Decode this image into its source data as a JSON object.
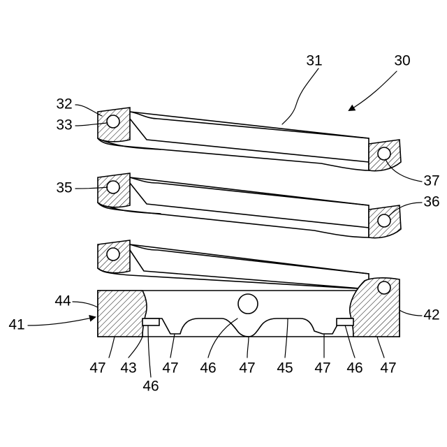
{
  "labels": [
    {
      "id": "30",
      "text": "30"
    },
    {
      "id": "31",
      "text": "31"
    },
    {
      "id": "32",
      "text": "32"
    },
    {
      "id": "33",
      "text": "33"
    },
    {
      "id": "35",
      "text": "35"
    },
    {
      "id": "36",
      "text": "36"
    },
    {
      "id": "37",
      "text": "37"
    },
    {
      "id": "41",
      "text": "41"
    },
    {
      "id": "42",
      "text": "42"
    },
    {
      "id": "43",
      "text": "43"
    },
    {
      "id": "44",
      "text": "44"
    },
    {
      "id": "45",
      "text": "45"
    },
    {
      "id": "46a",
      "text": "46"
    },
    {
      "id": "46b",
      "text": "46"
    },
    {
      "id": "46c",
      "text": "46"
    },
    {
      "id": "47a",
      "text": "47"
    },
    {
      "id": "47b",
      "text": "47"
    },
    {
      "id": "47c",
      "text": "47"
    },
    {
      "id": "47d",
      "text": "47"
    },
    {
      "id": "47e",
      "text": "47"
    },
    {
      "id": "47f",
      "text": "47"
    }
  ]
}
